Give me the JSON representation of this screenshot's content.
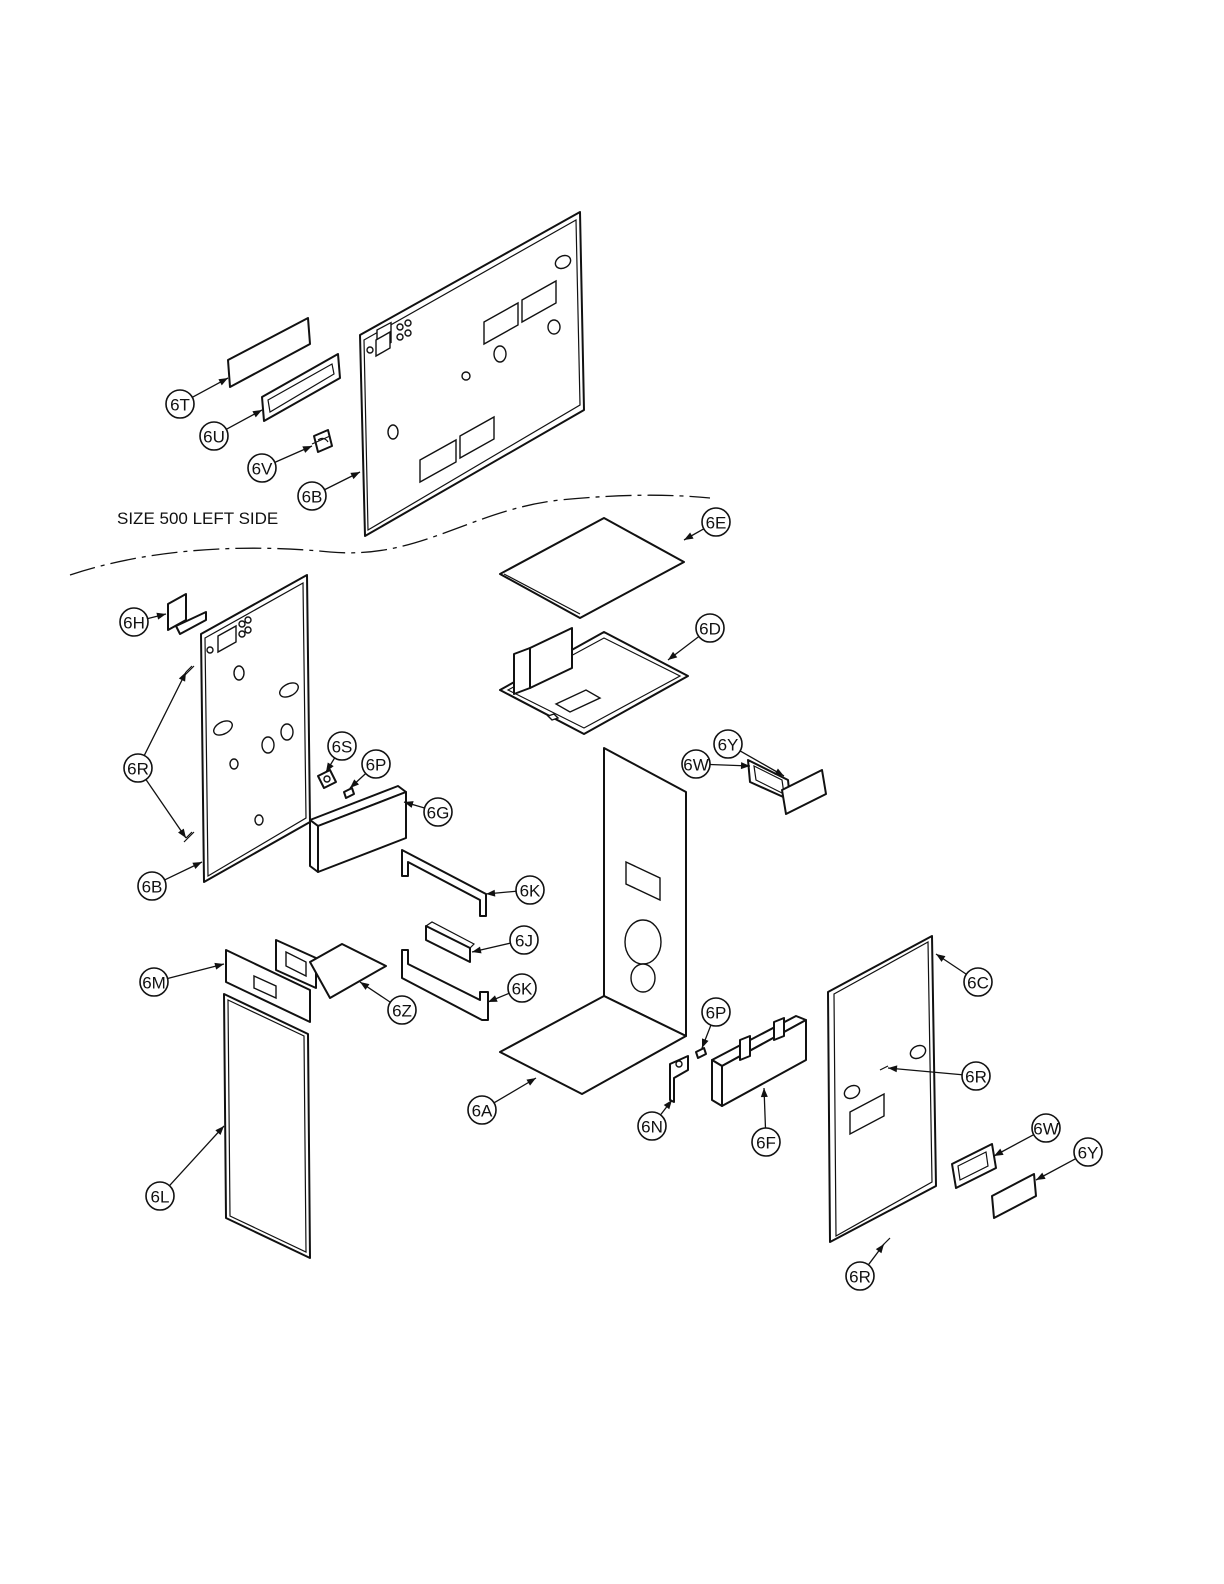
{
  "section_note": "SIZE 500 LEFT SIDE",
  "callouts": [
    {
      "label": "6T"
    },
    {
      "label": "6U"
    },
    {
      "label": "6V"
    },
    {
      "label": "6B"
    },
    {
      "label": "6E"
    },
    {
      "label": "6H"
    },
    {
      "label": "6D"
    },
    {
      "label": "6R"
    },
    {
      "label": "6S"
    },
    {
      "label": "6P"
    },
    {
      "label": "6G"
    },
    {
      "label": "6W"
    },
    {
      "label": "6Y"
    },
    {
      "label": "6B"
    },
    {
      "label": "6K"
    },
    {
      "label": "6J"
    },
    {
      "label": "6M"
    },
    {
      "label": "6K"
    },
    {
      "label": "6Z"
    },
    {
      "label": "6C"
    },
    {
      "label": "6P"
    },
    {
      "label": "6R"
    },
    {
      "label": "6A"
    },
    {
      "label": "6N"
    },
    {
      "label": "6F"
    },
    {
      "label": "6W"
    },
    {
      "label": "6Y"
    },
    {
      "label": "6L"
    },
    {
      "label": "6R"
    }
  ]
}
